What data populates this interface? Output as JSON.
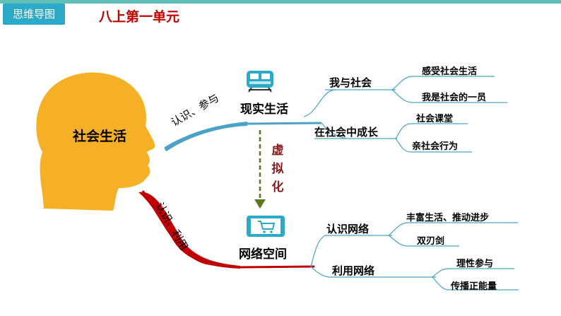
{
  "header": {
    "tag": "思维导图",
    "title": "八上第一单元"
  },
  "center": {
    "label": "社会生活"
  },
  "connectors": {
    "upper": "认识、参与",
    "lower": "认识、利用"
  },
  "transition": {
    "label": "虚拟化",
    "chars": [
      "虚",
      "拟",
      "化"
    ]
  },
  "branches": [
    {
      "label": "现实生活",
      "icon": "train-icon",
      "children": [
        {
          "label": "我与社会",
          "items": [
            "感受社会生活",
            "我是社会的一员"
          ]
        },
        {
          "label": "在社会中成长",
          "items": [
            "社会课堂",
            "亲社会行为"
          ]
        }
      ]
    },
    {
      "label": "网络空间",
      "icon": "tablet-cart-icon",
      "children": [
        {
          "label": "认识网络",
          "items": [
            "丰富生活、推动进步",
            "双刃剑"
          ]
        },
        {
          "label": "利用网络",
          "items": [
            "理性参与",
            "传播正能量"
          ]
        }
      ]
    }
  ],
  "colors": {
    "head": "#f5b026",
    "accent_upper": "#4aa3c7",
    "accent_lower": "#c00000",
    "title": "#c00000",
    "tag": "#2aa9c9",
    "arrow": "#5a7a1e"
  }
}
